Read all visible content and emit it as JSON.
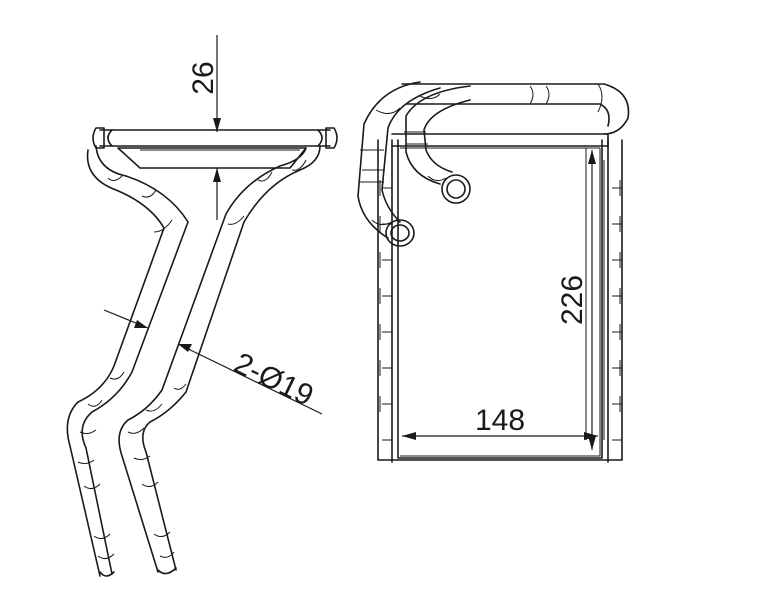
{
  "dimensions": {
    "thickness": "26",
    "pipe_diameter": "2-Ø19",
    "height": "226",
    "width": "148"
  }
}
